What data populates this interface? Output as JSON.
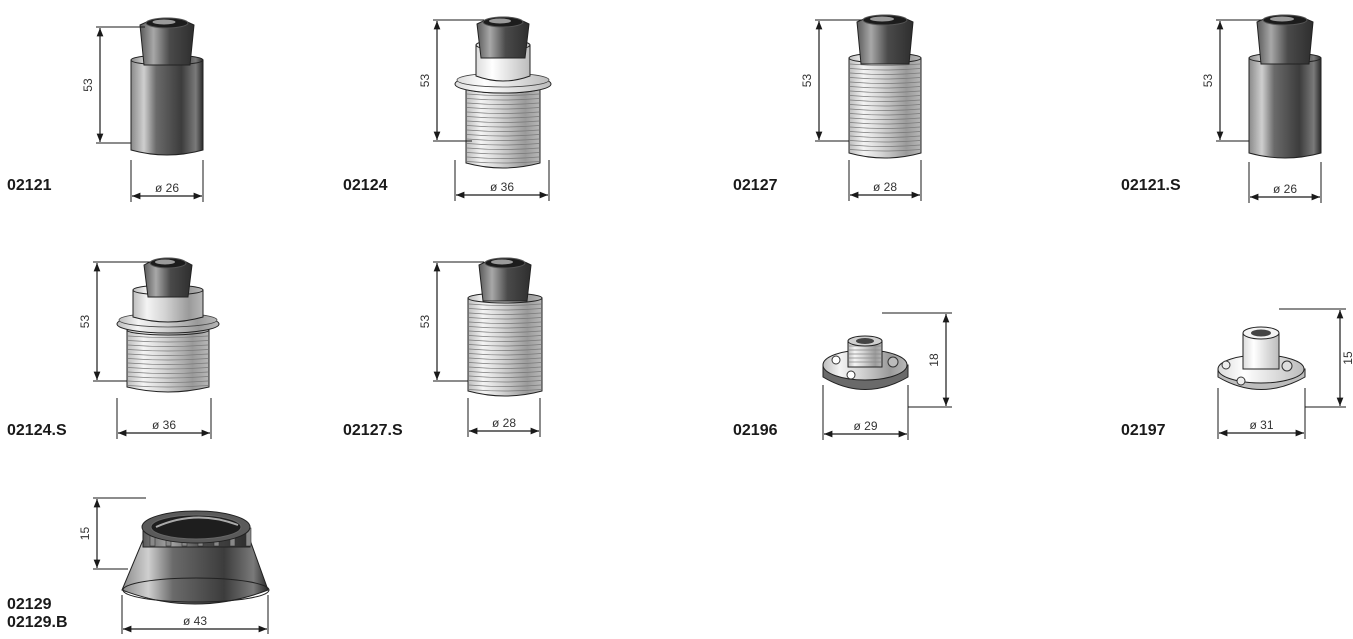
{
  "products": [
    {
      "id": "p1",
      "codes": [
        "02121"
      ],
      "height_label": "53",
      "diameter_label": "ø 26"
    },
    {
      "id": "p2",
      "codes": [
        "02124"
      ],
      "height_label": "53",
      "diameter_label": "ø 36"
    },
    {
      "id": "p3",
      "codes": [
        "02127"
      ],
      "height_label": "53",
      "diameter_label": "ø 28"
    },
    {
      "id": "p4",
      "codes": [
        "02121.S"
      ],
      "height_label": "53",
      "diameter_label": "ø 26"
    },
    {
      "id": "p5",
      "codes": [
        "02124.S"
      ],
      "height_label": "53",
      "diameter_label": "ø 36"
    },
    {
      "id": "p6",
      "codes": [
        "02127.S"
      ],
      "height_label": "53",
      "diameter_label": "ø 28"
    },
    {
      "id": "p7",
      "codes": [
        "02196"
      ],
      "height_label": "18",
      "diameter_label": "ø 29"
    },
    {
      "id": "p8",
      "codes": [
        "02197"
      ],
      "height_label": "15",
      "diameter_label": "ø 31"
    },
    {
      "id": "p9",
      "codes": [
        "02129",
        "02129.B"
      ],
      "height_label": "15",
      "diameter_label": "ø 43"
    }
  ],
  "colors": {
    "ink": "#1a1a1a",
    "dark_body": "#4a4a4a",
    "light_body": "#d9d9d9",
    "white_body": "#f2f2f2"
  }
}
